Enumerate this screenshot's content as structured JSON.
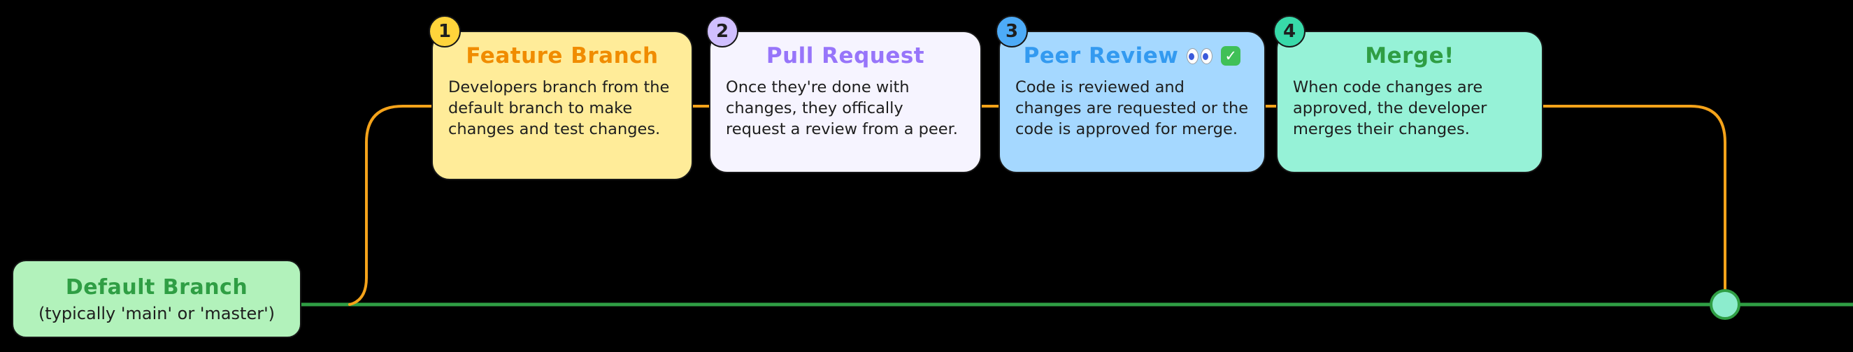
{
  "diagram": {
    "background": "#000000",
    "main_branch": {
      "title": "Default Branch",
      "subtitle": "(typically 'main' or 'master')",
      "bg": "#b2f2bb",
      "title_color": "#2f9e44",
      "text_color": "#1e1e1e"
    },
    "steps": [
      {
        "number": "1",
        "title": "Feature Branch",
        "body": "Developers branch from the default branch to make changes and test changes.",
        "bg": "#ffec99",
        "title_color": "#f08c00",
        "badge_bg": "#ffd43b"
      },
      {
        "number": "2",
        "title": "Pull Request",
        "body": "Once they're done with changes, they offically request a review from a peer.",
        "bg": "#f6f4ff",
        "title_color": "#9775fa",
        "badge_bg": "#d0bfff"
      },
      {
        "number": "3",
        "title": "Peer Review",
        "body": "Code is reviewed and changes are requested or the code is approved for merge.",
        "bg": "#a5d8ff",
        "title_color": "#339af0",
        "badge_bg": "#4dabf7",
        "icons": [
          {
            "name": "eyes-icon"
          },
          {
            "name": "check-icon",
            "glyph": "✓",
            "bg": "#40c057"
          }
        ]
      },
      {
        "number": "4",
        "title": "Merge!",
        "body": "When code changes are approved, the developer merges their changes.",
        "bg": "#96f2d7",
        "title_color": "#2f9e44",
        "badge_bg": "#38d9a9"
      }
    ],
    "lines": {
      "feature_branch_color": "#f5a31a",
      "main_branch_color": "#2f9e44",
      "merge_node_fill": "#8ceccd",
      "merge_node_stroke": "#2f9e44"
    }
  }
}
